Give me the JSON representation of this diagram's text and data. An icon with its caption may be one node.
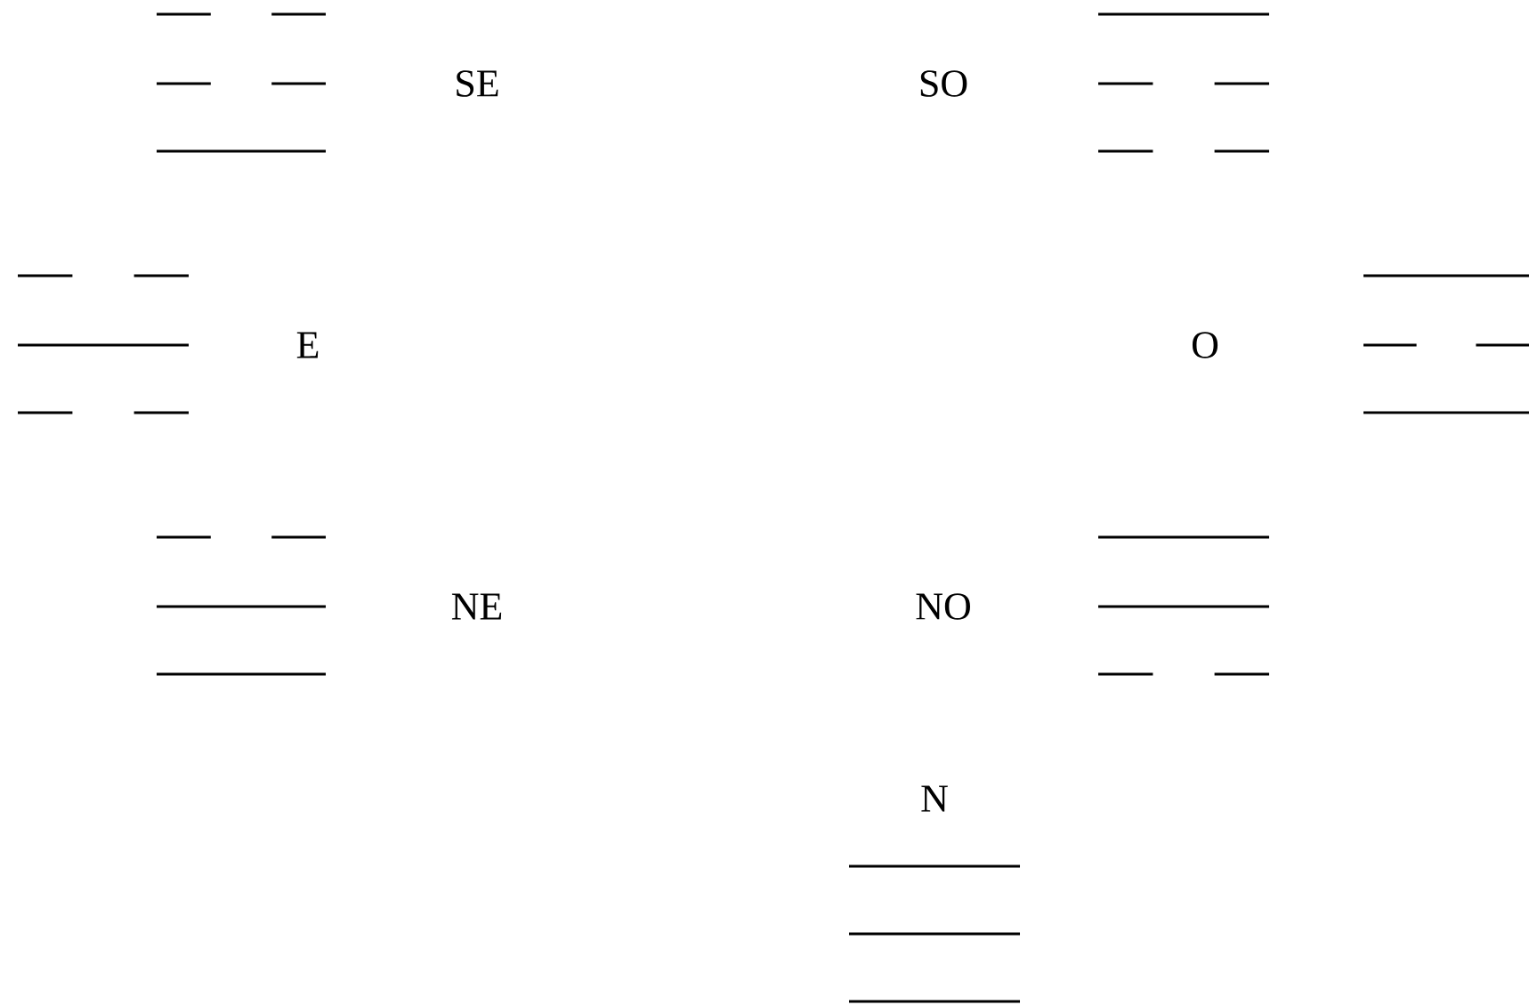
{
  "diagram": {
    "labels": [
      "SE",
      "SO",
      "E",
      "O",
      "NE",
      "NO",
      "N"
    ]
  }
}
